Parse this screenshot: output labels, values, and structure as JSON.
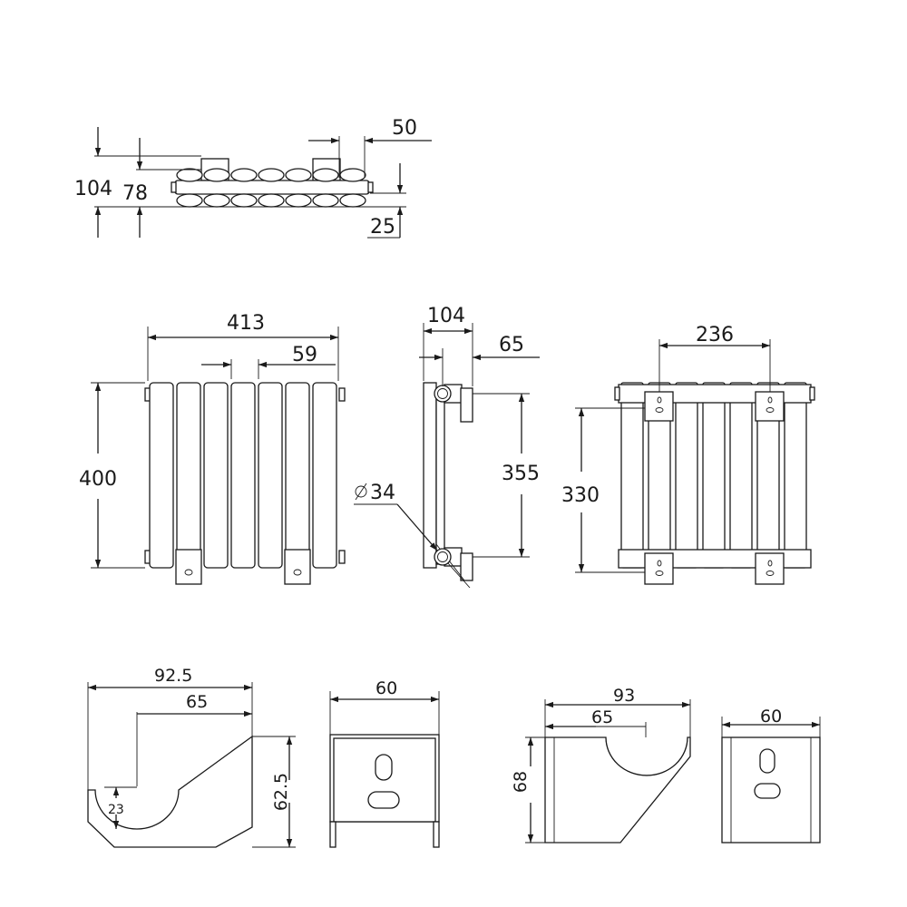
{
  "colors": {
    "line": "#1a1a1a",
    "background": "#ffffff"
  },
  "top_view": {
    "dim_depth": "104",
    "dim_inner_depth": "78",
    "dim_spacing": "50",
    "dim_pipe_offset": "25"
  },
  "front_view": {
    "dim_width": "413",
    "dim_column_pitch": "59",
    "dim_height": "400"
  },
  "side_view": {
    "dim_depth": "104",
    "dim_bracket_offset": "65",
    "dim_pipe_diameter": "34",
    "dim_pipe_centres": "355"
  },
  "rear_view": {
    "dim_bracket_spacing": "236",
    "dim_bracket_height": "330"
  },
  "bracket_lower_side": {
    "dim_length": "92.5",
    "dim_to_centre": "65",
    "dim_height": "62.5",
    "dim_radius": "23"
  },
  "bracket_lower_front": {
    "dim_width": "60"
  },
  "bracket_upper_side": {
    "dim_length": "93",
    "dim_to_centre": "65",
    "dim_height": "68"
  },
  "bracket_upper_front": {
    "dim_width": "60"
  }
}
